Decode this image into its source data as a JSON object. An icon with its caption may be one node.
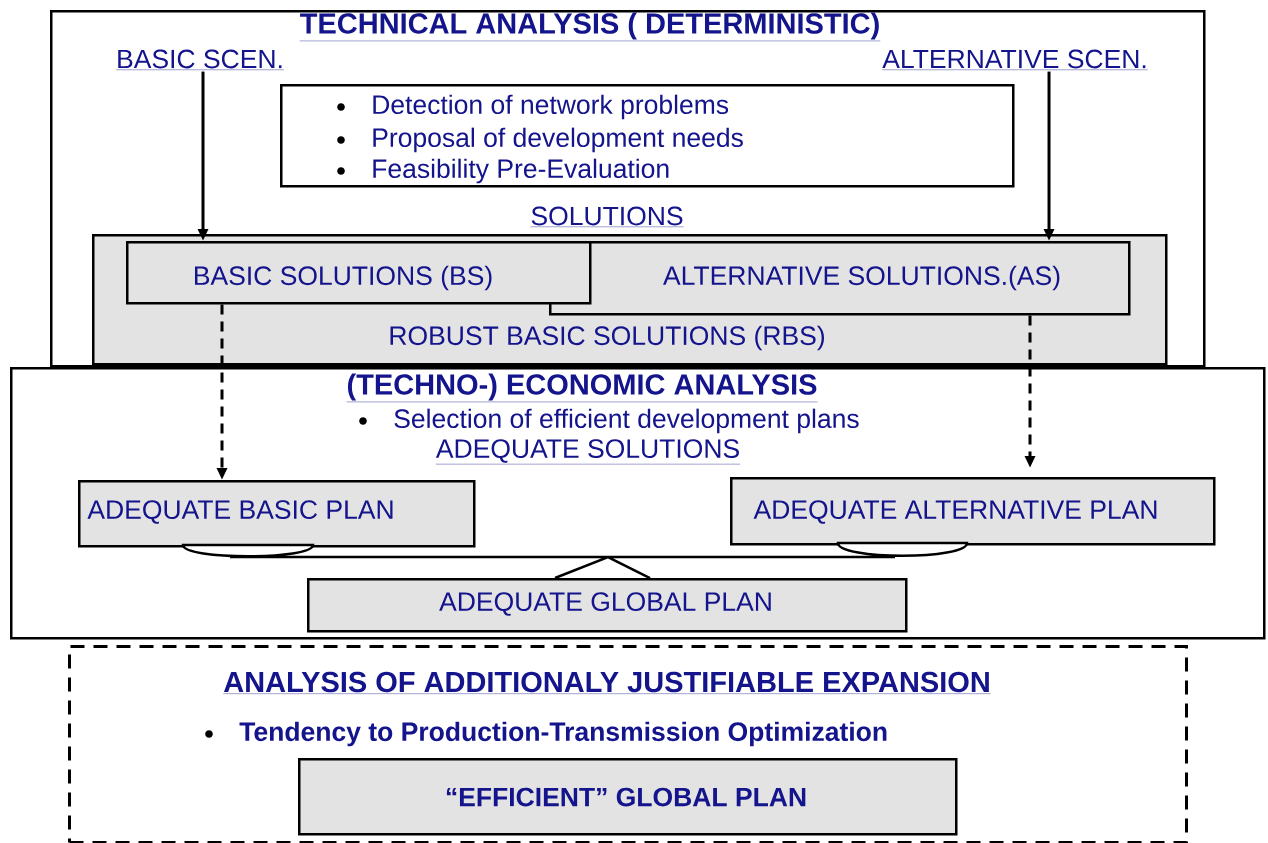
{
  "diagram": {
    "nodes": [
      {
        "text": [
          "TECHNICAL ANALYSIS ( DETERMINISTIC)"
        ]
      },
      {
        "text": [
          "BASIC SCEN."
        ],
        "in": 0
      },
      {
        "text": [
          "ALTERNATIVE SCEN."
        ],
        "in": 0
      },
      {
        "text": [
          "Detection of network problems",
          "Proposal of development needs",
          "Feasibility Pre-Evaluation"
        ],
        "in": 0
      },
      {
        "text": [
          "SOLUTIONS",
          "ROBUST BASIC SOLUTIONS (RBS)"
        ],
        "in": 0
      },
      {
        "text": [
          "BASIC SOLUTIONS (BS)"
        ],
        "in": 4
      },
      {
        "text": [
          "ALTERNATIVE SOLUTIONS.(AS)"
        ],
        "in": 4
      },
      {
        "text": [
          "(TECHNO-) ECONOMIC ANALYSIS",
          "Selection of efficient development plans",
          "ADEQUATE SOLUTIONS"
        ]
      },
      {
        "text": [
          "ADEQUATE BASIC PLAN"
        ],
        "in": 7
      },
      {
        "text": [
          "ADEQUATE ALTERNATIVE PLAN"
        ],
        "in": 7
      },
      {
        "text": [
          "ADEQUATE GLOBAL PLAN"
        ],
        "in": 7
      },
      {
        "text": [
          "ANALYSIS OF ADDITIONALY JUSTIFIABLE EXPANSION",
          "Tendency to Production-Transmission Optimization"
        ]
      },
      {
        "text": [
          "“EFFICIENT” GLOBAL PLAN"
        ],
        "in": 11
      }
    ],
    "edges": [
      {
        "from": 1,
        "to": 5,
        "arrow": "to"
      },
      {
        "from": 2,
        "to": 6,
        "arrow": "to"
      },
      {
        "from": 5,
        "to": 8,
        "arrow": "to",
        "style": "dashed"
      },
      {
        "from": 6,
        "to": 9,
        "arrow": "to",
        "style": "dashed"
      }
    ]
  }
}
